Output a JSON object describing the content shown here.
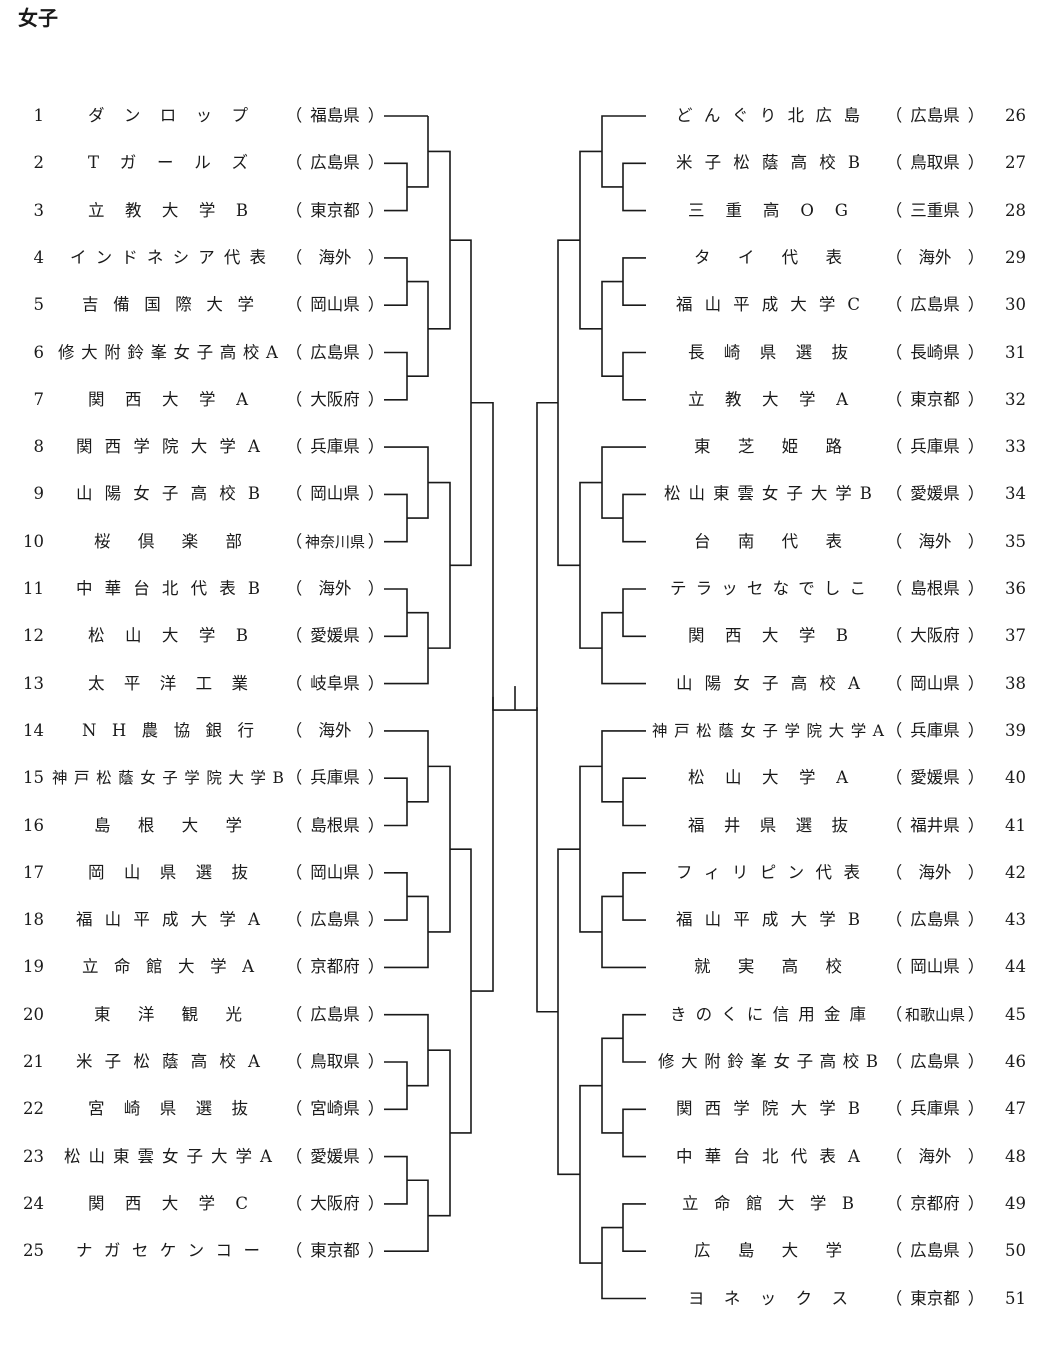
{
  "title": "女子",
  "left_entries": [
    {
      "num": "1",
      "team": "ダンロップ",
      "pref": "福島県"
    },
    {
      "num": "2",
      "team": "Tガールズ",
      "pref": "広島県"
    },
    {
      "num": "3",
      "team": "立教大学B",
      "pref": "東京都"
    },
    {
      "num": "4",
      "team": "インドネシア代表",
      "pref": "海外"
    },
    {
      "num": "5",
      "team": "吉備国際大学",
      "pref": "岡山県"
    },
    {
      "num": "6",
      "team": "修大附鈴峯女子高校A",
      "pref": "広島県"
    },
    {
      "num": "7",
      "team": "関西大学A",
      "pref": "大阪府"
    },
    {
      "num": "8",
      "team": "関西学院大学A",
      "pref": "兵庫県"
    },
    {
      "num": "9",
      "team": "山陽女子高校B",
      "pref": "岡山県"
    },
    {
      "num": "10",
      "team": "桜倶楽部",
      "pref": "神奈川県"
    },
    {
      "num": "11",
      "team": "中華台北代表B",
      "pref": "海外"
    },
    {
      "num": "12",
      "team": "松山大学B",
      "pref": "愛媛県"
    },
    {
      "num": "13",
      "team": "太平洋工業",
      "pref": "岐阜県"
    },
    {
      "num": "14",
      "team": "NH農協銀行",
      "pref": "海外"
    },
    {
      "num": "15",
      "team": "神戸松蔭女子学院大学B",
      "pref": "兵庫県"
    },
    {
      "num": "16",
      "team": "島根大学",
      "pref": "島根県"
    },
    {
      "num": "17",
      "team": "岡山県選抜",
      "pref": "岡山県"
    },
    {
      "num": "18",
      "team": "福山平成大学A",
      "pref": "広島県"
    },
    {
      "num": "19",
      "team": "立命館大学A",
      "pref": "京都府"
    },
    {
      "num": "20",
      "team": "東洋観光",
      "pref": "広島県"
    },
    {
      "num": "21",
      "team": "米子松蔭高校A",
      "pref": "鳥取県"
    },
    {
      "num": "22",
      "team": "宮崎県選抜",
      "pref": "宮崎県"
    },
    {
      "num": "23",
      "team": "松山東雲女子大学A",
      "pref": "愛媛県"
    },
    {
      "num": "24",
      "team": "関西大学C",
      "pref": "大阪府"
    },
    {
      "num": "25",
      "team": "ナガセケンコー",
      "pref": "東京都"
    }
  ],
  "right_entries": [
    {
      "num": "26",
      "team": "どんぐり北広島",
      "pref": "広島県"
    },
    {
      "num": "27",
      "team": "米子松蔭高校B",
      "pref": "鳥取県"
    },
    {
      "num": "28",
      "team": "三重高OG",
      "pref": "三重県"
    },
    {
      "num": "29",
      "team": "タイ代表",
      "pref": "海外"
    },
    {
      "num": "30",
      "team": "福山平成大学C",
      "pref": "広島県"
    },
    {
      "num": "31",
      "team": "長崎県選抜",
      "pref": "長崎県"
    },
    {
      "num": "32",
      "team": "立教大学A",
      "pref": "東京都"
    },
    {
      "num": "33",
      "team": "東芝姫路",
      "pref": "兵庫県"
    },
    {
      "num": "34",
      "team": "松山東雲女子大学B",
      "pref": "愛媛県"
    },
    {
      "num": "35",
      "team": "台南代表",
      "pref": "海外"
    },
    {
      "num": "36",
      "team": "テラッセなでしこ",
      "pref": "島根県"
    },
    {
      "num": "37",
      "team": "関西大学B",
      "pref": "大阪府"
    },
    {
      "num": "38",
      "team": "山陽女子高校A",
      "pref": "岡山県"
    },
    {
      "num": "39",
      "team": "神戸松蔭女子学院大学A",
      "pref": "兵庫県"
    },
    {
      "num": "40",
      "team": "松山大学A",
      "pref": "愛媛県"
    },
    {
      "num": "41",
      "team": "福井県選抜",
      "pref": "福井県"
    },
    {
      "num": "42",
      "team": "フィリピン代表",
      "pref": "海外"
    },
    {
      "num": "43",
      "team": "福山平成大学B",
      "pref": "広島県"
    },
    {
      "num": "44",
      "team": "就実高校",
      "pref": "岡山県"
    },
    {
      "num": "45",
      "team": "きのくに信用金庫",
      "pref": "和歌山県"
    },
    {
      "num": "46",
      "team": "修大附鈴峯女子高校B",
      "pref": "広島県"
    },
    {
      "num": "47",
      "team": "関西学院大学B",
      "pref": "兵庫県"
    },
    {
      "num": "48",
      "team": "中華台北代表A",
      "pref": "海外"
    },
    {
      "num": "49",
      "team": "立命館大学B",
      "pref": "京都府"
    },
    {
      "num": "50",
      "team": "広島大学",
      "pref": "広島県"
    },
    {
      "num": "51",
      "team": "ヨネックス",
      "pref": "東京都"
    }
  ]
}
